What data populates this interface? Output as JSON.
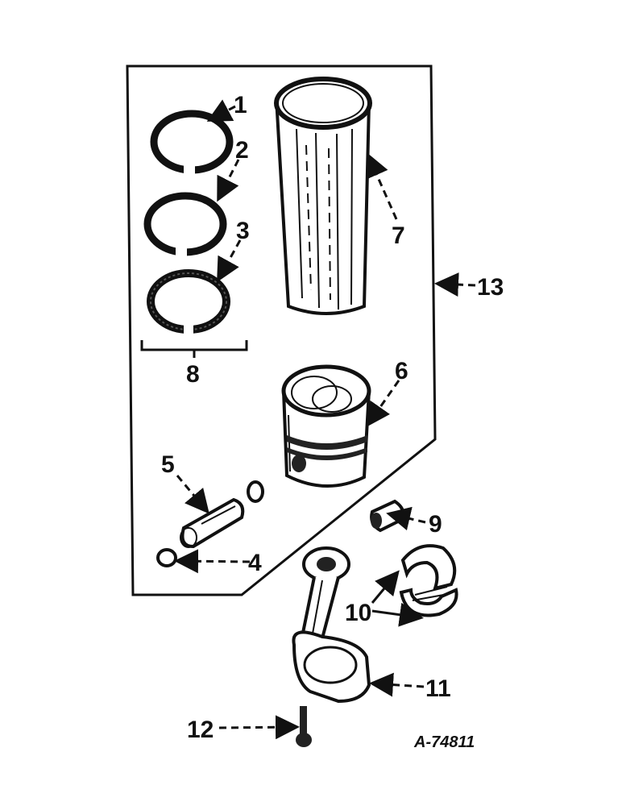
{
  "figure": {
    "drawing_code": "A-74811",
    "callouts": {
      "c1": "1",
      "c2": "2",
      "c3": "3",
      "c4": "4",
      "c5": "5",
      "c6": "6",
      "c7": "7",
      "c8": "8",
      "c9": "9",
      "c10": "10",
      "c11": "11",
      "c12": "12",
      "c13": "13"
    }
  }
}
